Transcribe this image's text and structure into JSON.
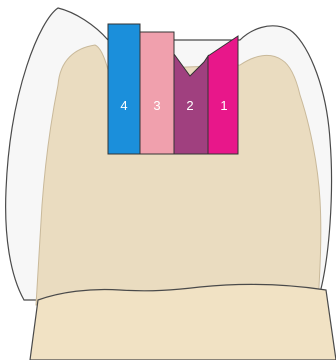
{
  "colors": {
    "background": "#ffffff",
    "enamel": "#f7f7f7",
    "enamel_outline": "#4a4a4a",
    "dentin": "#eadcc0",
    "dentin_outline": "#c9b99a",
    "lower_tooth": "#f1e2c4",
    "band_1": "#e8178a",
    "band_2": "#a0407f",
    "band_3": "#f0a0ad",
    "band_4": "#1b8fdb",
    "band_divider": "#333333"
  },
  "diagram": {
    "bands": [
      {
        "id": "band-4",
        "label": "4",
        "color_key": "band_4"
      },
      {
        "id": "band-3",
        "label": "3",
        "color_key": "band_3"
      },
      {
        "id": "band-2",
        "label": "2",
        "color_key": "band_2"
      },
      {
        "id": "band-1",
        "label": "1",
        "color_key": "band_1"
      }
    ]
  }
}
